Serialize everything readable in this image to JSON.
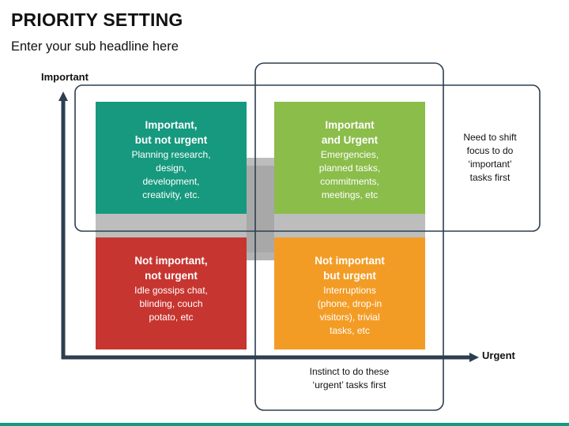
{
  "title": "PRIORITY SETTING",
  "subtitle": "Enter your sub headline here",
  "axes": {
    "y_label": "Important",
    "x_label": "Urgent"
  },
  "quadrants": {
    "top_left": {
      "title_line1": "Important,",
      "title_line2": "but not urgent",
      "body": [
        "Planning research,",
        "design,",
        "development,",
        "creativity, etc."
      ],
      "color": "#16997e"
    },
    "top_right": {
      "title_line1": "Important",
      "title_line2": "and Urgent",
      "body": [
        "Emergencies,",
        "planned tasks,",
        "commitments,",
        "meetings, etc"
      ],
      "color": "#8bbd4b"
    },
    "bottom_left": {
      "title_line1": "Not important,",
      "title_line2": "not urgent",
      "body": [
        "Idle gossips chat,",
        "blinding, couch",
        "potato, etc"
      ],
      "color": "#c73530"
    },
    "bottom_right": {
      "title_line1": "Not important",
      "title_line2": "but urgent",
      "body": [
        "Interruptions",
        "(phone, drop-in",
        "visitors), trivial",
        "tasks, etc"
      ],
      "color": "#f39c25"
    }
  },
  "notes": {
    "important_note": [
      "Need to shift",
      "focus to do",
      "‘important’",
      "tasks first"
    ],
    "urgent_note": [
      "Instinct to do these",
      "‘urgent’ tasks first"
    ]
  },
  "colors": {
    "axis": "#2d3e50",
    "highlight_border": "#2d3e50",
    "shadow": "#b0b0b0",
    "footer": "#16997e"
  }
}
